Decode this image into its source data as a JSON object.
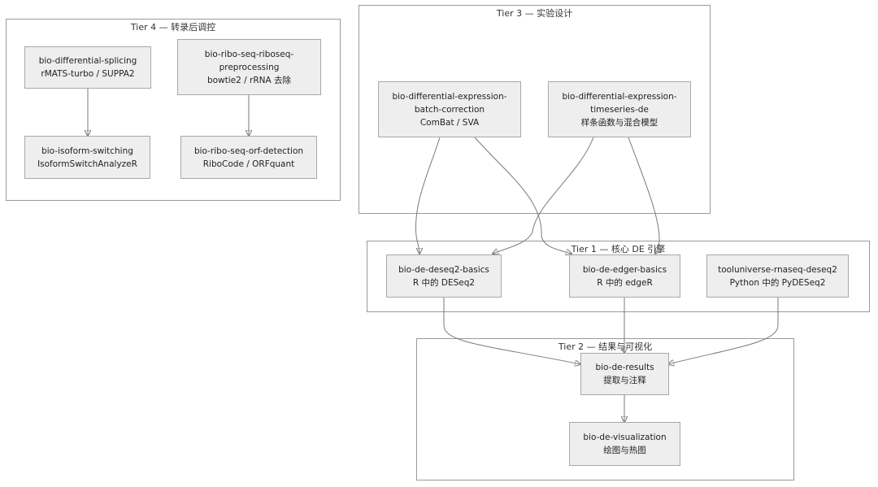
{
  "tiers": {
    "t4": "Tier 4 — 转录后调控",
    "t3": "Tier 3 — 实验设计",
    "t1": "Tier 1 — 核心 DE 引擎",
    "t2": "Tier 2 — 结果与可视化"
  },
  "nodes": {
    "splicing": [
      "bio-differential-splicing",
      "rMATS-turbo / SUPPA2"
    ],
    "ribo_pre": [
      "bio-ribo-seq-riboseq-",
      "preprocessing",
      "bowtie2 / rRNA 去除"
    ],
    "isoform": [
      "bio-isoform-switching",
      "IsoformSwitchAnalyzeR"
    ],
    "orf": [
      "bio-ribo-seq-orf-detection",
      "RiboCode / ORFquant"
    ],
    "batch": [
      "bio-differential-expression-",
      "batch-correction",
      "ComBat / SVA"
    ],
    "timeseries": [
      "bio-differential-expression-",
      "timeseries-de",
      "样条函数与混合模型"
    ],
    "deseq2": [
      "bio-de-deseq2-basics",
      "R 中的 DESeq2"
    ],
    "edger": [
      "bio-de-edger-basics",
      "R 中的 edgeR"
    ],
    "pydeseq2": [
      "tooluniverse-rnaseq-deseq2",
      "Python 中的 PyDESeq2"
    ],
    "results": [
      "bio-de-results",
      "提取与注释"
    ],
    "viz": [
      "bio-de-visualization",
      "绘图与热图"
    ]
  }
}
